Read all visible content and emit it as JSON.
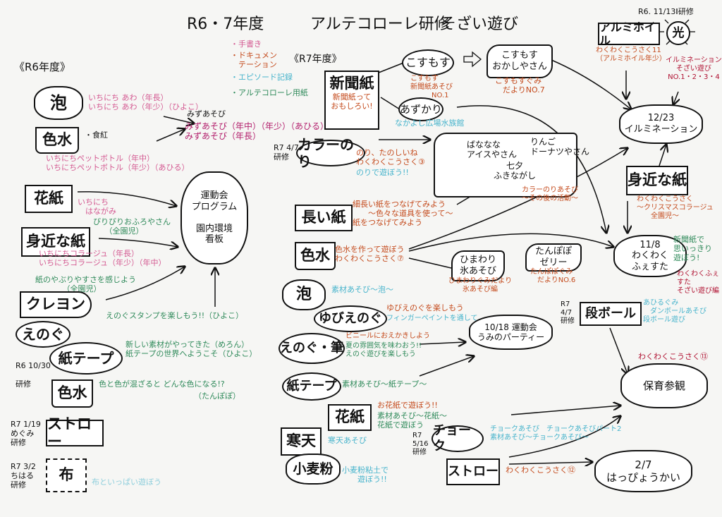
{
  "title": {
    "year": "R6・7年度",
    "main": "アルテコローレ研修",
    "sub": "そざい遊び"
  },
  "legend": [
    {
      "label": "・手書き",
      "color": "#d45a92"
    },
    {
      "label": "・ドキュメン\n　テーション",
      "color": "#c44a1c"
    },
    {
      "label": "・エピソード記録",
      "color": "#48b4cc"
    },
    {
      "label": "・アルテコローレ用紙",
      "color": "#2f8a5a"
    }
  ],
  "r6": {
    "heading": "《R6年度》",
    "awa": {
      "label": "泡",
      "notes": "いちにち あわ（年長）\nいちにち あわ（年少）（ひよこ）"
    },
    "iromizu": {
      "label": "色水",
      "extra": "・食紅",
      "notes": "いちにちペットボトル（年中）\nいちにちペットボトル（年少）（あひる）"
    },
    "mizuasobi": {
      "plain": "みずあそび",
      "notes": "みずあそび（年中）（年少）（あひる）\nみずあそび（年長）"
    },
    "hanagami": {
      "label": "花紙",
      "notes": "いちにち\n　はながみ"
    },
    "mijikana": {
      "label": "身近な紙",
      "green": "びりびりおふろやさん\n　　（全園児）",
      "notes": "いちにちコラージュ（年長）\nいちにちコラージュ（年少）（年中）",
      "green2": "紙のやぶりやすさを感じよう\n　　　　（全園児）"
    },
    "kureyon": {
      "label": "クレヨン"
    },
    "enogu": {
      "label": "えのぐ",
      "notes": "えのぐスタンプを楽しもう!!（ひよこ）"
    },
    "undoukai": {
      "label": "運動会\nプログラム\n\n園内環境\n看板"
    },
    "kamitape": {
      "label": "紙テープ",
      "notes": "新しい素材がやってきた（めろん）\n紙テープの世界へようこそ（ひよこ）"
    },
    "training1": "R6 10/30\n\n研修",
    "iromizu2": {
      "label": "色水",
      "notes": "色と色が混ざると どんな色になる!?",
      "notes2": "（たんぽぽ）"
    },
    "training2": "R7 1/19\nめぐみ\n研修",
    "straw": {
      "label": "ストロー"
    },
    "training3": "R7 3/2\nちはる\n研修",
    "nuno": {
      "label": "布",
      "notes": "布といっぱい遊ぼう"
    }
  },
  "r7": {
    "heading": "《R7年度》",
    "shinbunshi": {
      "label": "新聞紙",
      "notes": "新聞紙って\nおもしろい!"
    },
    "kosumosu": {
      "label": "こすもす",
      "notes": "こすもす\n新聞紙あそび\n　　　NO.1"
    },
    "okashiya": {
      "label": "こすもす\nおかしやさん",
      "notes": "こすもすぐみ\n　だよりNO.7"
    },
    "azukari": {
      "label": "あずかり",
      "notes": "なかよし広場水族館"
    },
    "training4": "R7 4/7\n研修",
    "colornori": {
      "label": "カラーのり",
      "notes": "のり、たのしいね\nわくわくこうさく③",
      "teal": "のりで遊ぼう!!"
    },
    "bigcloud": {
      "a": "ばななな\nアイスやさん",
      "b": "りんご\nドーナツやさん",
      "c": "七夕\nふきながし",
      "notes": "カラーのりあそび\n～その後の活動～"
    },
    "nagaikami": {
      "label": "長い紙",
      "notes": "細長い紙をつなげてみよう\n　　～色々な道具を使って～\n紙をつなげてみよう"
    },
    "iromizu": {
      "label": "色水",
      "notes": "色水を作って遊ぼう\nわくわくこうさく⑦"
    },
    "himawari": {
      "label": "ひまわり\n氷あそび",
      "notes": "ひまわりぐみだより\n氷あそび編"
    },
    "tanpopo": {
      "label": "たんぽぽ\nゼリー",
      "notes": "たんぽぽぐみ\n　だよりNO.6"
    },
    "awa": {
      "label": "泡",
      "notes": "素材あそび～泡～"
    },
    "yubienogu": {
      "label": "ゆびえのぐ",
      "notes": "ゆびえのぐを楽しもう",
      "teal": "フィンガーペイントを通して"
    },
    "enogufude": {
      "label": "えのぐ・筆",
      "notes": "ビニールにおえかきしよう",
      "green": "夏の雰囲気を味わおう!!\nえのぐ遊びを楽しもう"
    },
    "undoukai": {
      "label": "10/18 運動会\nうみのパーティー"
    },
    "kamitape": {
      "label": "紙テープ",
      "notes": "素材あそび～紙テープ～"
    },
    "hanagami": {
      "label": "花紙",
      "notes": "お花紙で遊ぼう!!",
      "green": "素材あそび～花紙～\n花紙で遊ぼう"
    },
    "kanten": {
      "label": "寒天",
      "notes": "寒天あそび"
    },
    "komugiko": {
      "label": "小麦粉",
      "notes": "小麦粉粘土で\n　　遊ぼう!!"
    },
    "training5": "R7\n5/16\n研修",
    "chalk": {
      "label": "チョーク",
      "notes": "チョークあそび　チョークあそびパート2\n素材あそび～チョークあそび～"
    },
    "straw": {
      "label": "ストロー",
      "notes": "わくわくこうさく⑫"
    }
  },
  "right": {
    "training6": "R6. 11/13 研修",
    "alumi": {
      "label": "アルミホイル",
      "notes": "わくわくこうさく11\n（アルミホイル年少）"
    },
    "hikari": {
      "label": "光",
      "notes": "イルミネーション\nそざい遊び\nNO.1・2・3・4"
    },
    "illumination": {
      "label": "12/23\nイルミネーション"
    },
    "mijikana": {
      "label": "身近な紙",
      "notes": "わくわくこうさく\n～クリスマスコラージュ\n　　全園児～"
    },
    "festa": {
      "label": "11/8\nわくわく\nふぇすた",
      "green": "新聞紙で\n思いっきり\n遊ぼう!",
      "crimson": "わくわくふぇすた\nそざい遊び編"
    },
    "training7": "R7\n4/7\n研修",
    "danboru": {
      "label": "段ボール",
      "notes": "あひるぐみ\n　ダンボールあそび\n段ボール遊び"
    },
    "sankan": {
      "label": "保育参観",
      "notes": "わくわくこうさく⑬"
    },
    "happyoukai": {
      "label": "2/7\nはっぴょうかい"
    }
  }
}
